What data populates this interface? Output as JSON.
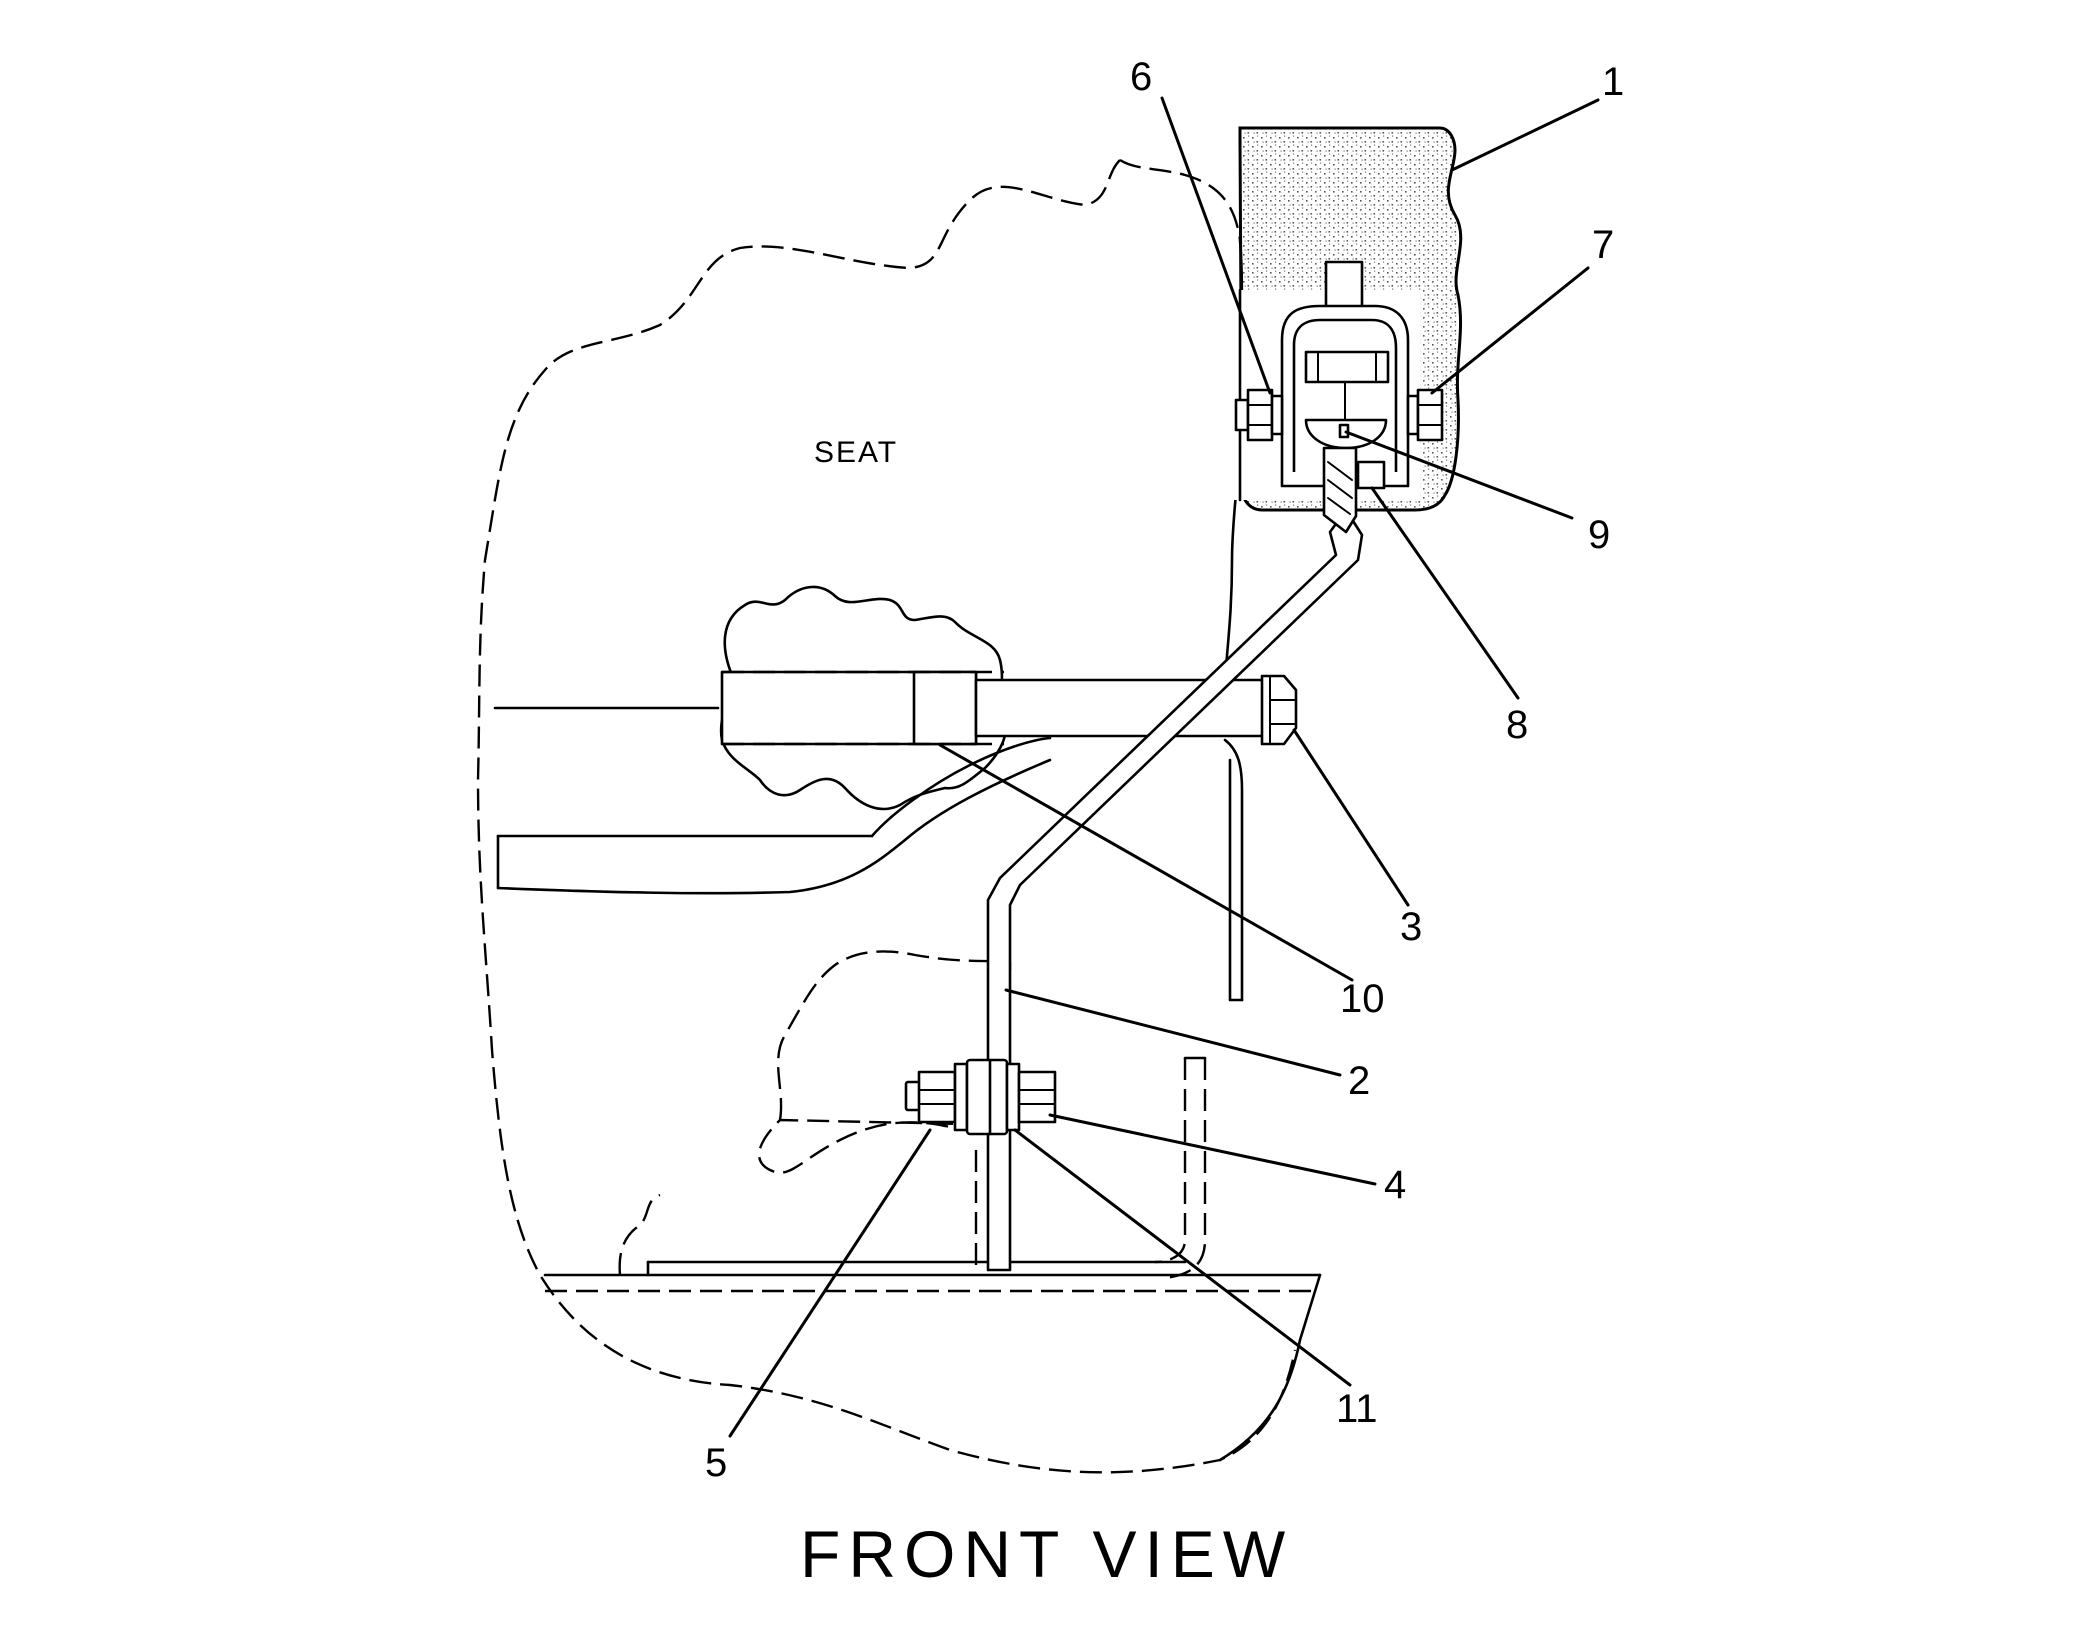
{
  "diagram": {
    "seat_label": "SEAT",
    "view_title": "FRONT VIEW",
    "callouts": {
      "c1": "1",
      "c2": "2",
      "c3": "3",
      "c4": "4",
      "c5": "5",
      "c6": "6",
      "c7": "7",
      "c8": "8",
      "c9": "9",
      "c10": "10",
      "c11": "11"
    }
  }
}
